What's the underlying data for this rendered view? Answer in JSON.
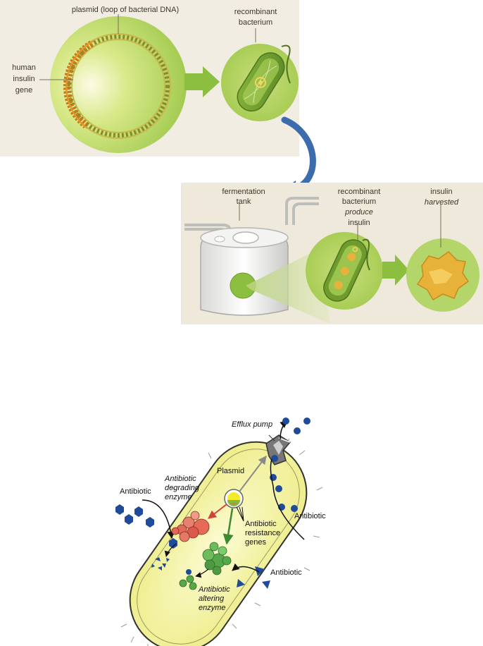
{
  "colors": {
    "panel_bg": "#f1ede2",
    "cell_green": "#9cc84a",
    "arrow_green": "#8cbf3f",
    "curve_blue": "#3d6cae",
    "bacterium_yellow": "#f3f2a2",
    "antibiotic_blue": "#1f4b9a",
    "enzyme_red": "#e06a5a",
    "enzyme_green": "#56a84a",
    "insulin_gold": "#e8b23a"
  },
  "top_panel": {
    "plasmid_label": "plasmid (loop of bacterial DNA)",
    "gene_label": [
      "human",
      "insulin",
      "gene"
    ],
    "recombinant_label": [
      "recombinant",
      "bacterium"
    ]
  },
  "bottom_panel": {
    "tank_label": [
      "fermentation",
      "tank"
    ],
    "bacterium_label": [
      "recombinant",
      "bacterium"
    ],
    "produce_word": "produce",
    "produce_object": "insulin",
    "insulin_word": "insulin",
    "harvested_word": "harvested"
  },
  "resistance": {
    "efflux_label": "Efflux pump",
    "plasmid_label": "Plasmid",
    "degrading_label": [
      "Antibiotic",
      "degrading",
      "enzyme"
    ],
    "antibiotic_left": "Antibiotic",
    "antibiotic_right": "Antibiotic",
    "antibiotic_bottom": "Antibiotic",
    "genes_label": [
      "Antibiotic",
      "resistance",
      "genes"
    ],
    "altering_label": [
      "Antibiotic",
      "altering",
      "enzyme"
    ]
  }
}
